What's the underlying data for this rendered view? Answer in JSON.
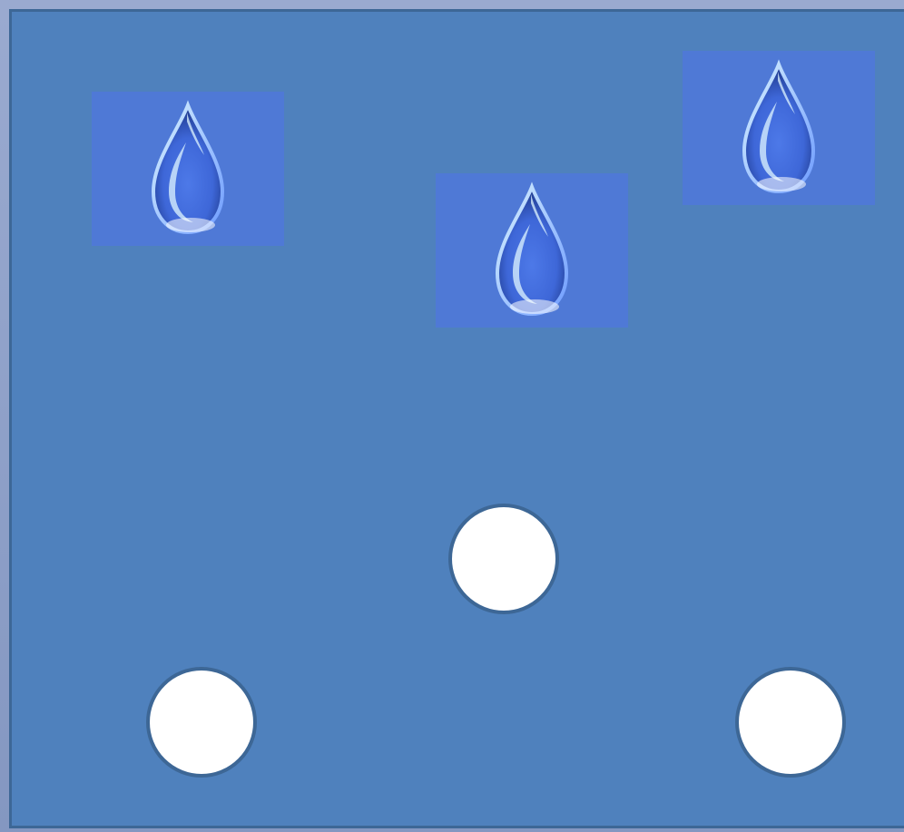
{
  "scene": {
    "background_color": "#4f81bd",
    "frame_color": "#8ea0c8",
    "tile_color": "#4f79d6",
    "slot_fill": "#ffffff",
    "slot_border": "#3d6796"
  },
  "draggables": [
    {
      "id": "drop-1",
      "icon": "water-drop-icon"
    },
    {
      "id": "drop-2",
      "icon": "water-drop-icon"
    },
    {
      "id": "drop-3",
      "icon": "water-drop-icon"
    }
  ],
  "targets": [
    {
      "id": "slot-1",
      "shape": "circle"
    },
    {
      "id": "slot-2",
      "shape": "circle"
    },
    {
      "id": "slot-3",
      "shape": "circle"
    }
  ]
}
